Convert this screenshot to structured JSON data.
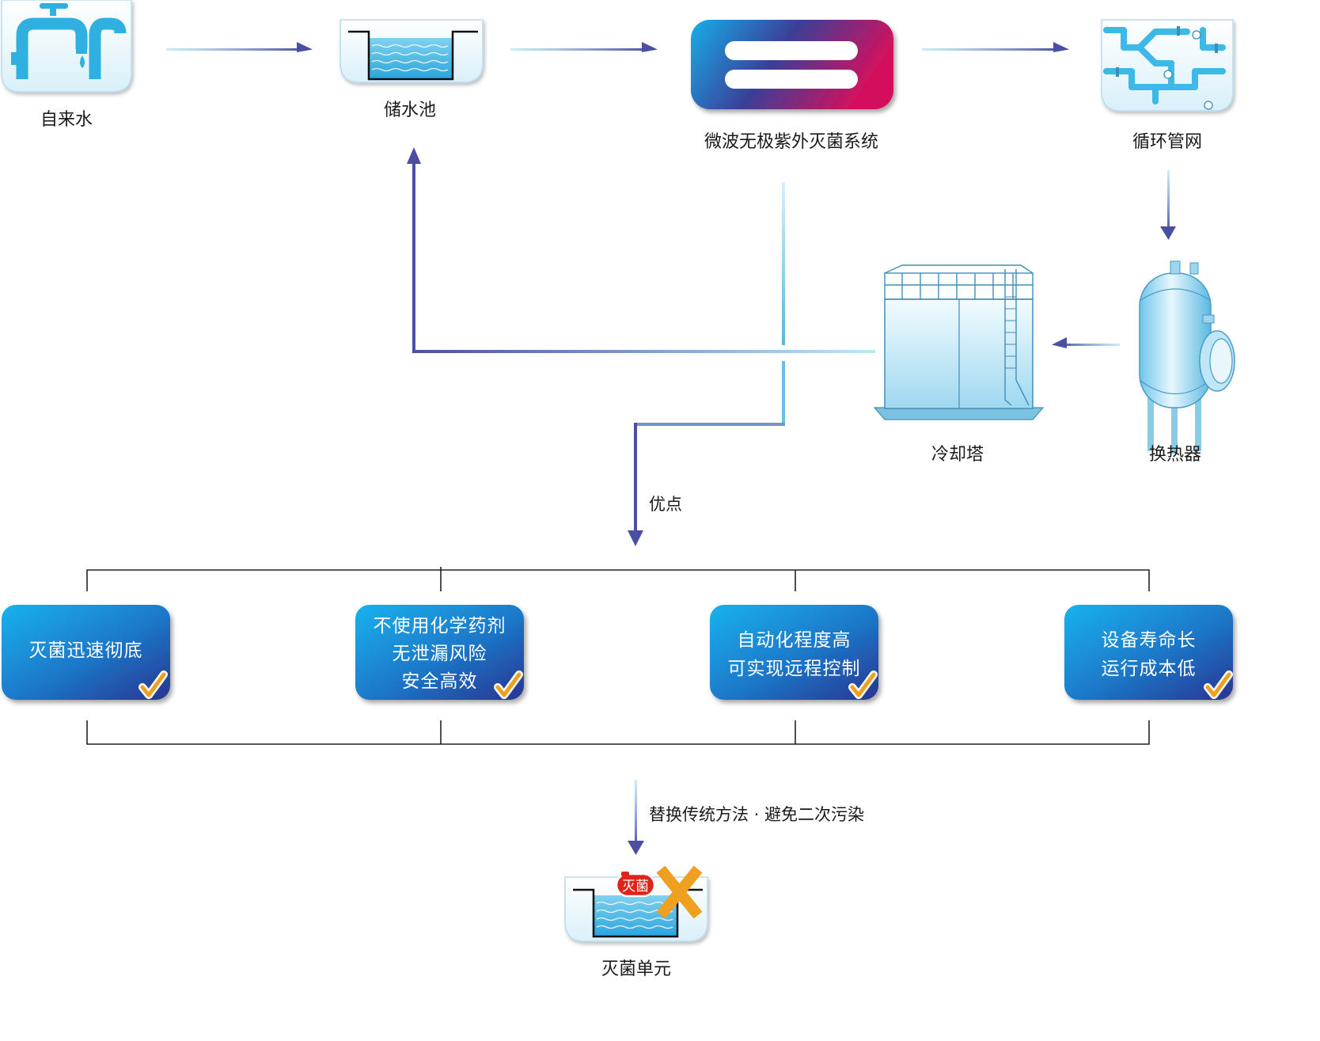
{
  "nodes": {
    "tap": "自来水",
    "reservoir": "储水池",
    "uv_system": "微波无极紫外灭菌系统",
    "pipe_network": "循环管网",
    "heat_exchanger": "换热器",
    "cooling_tower": "冷却塔",
    "sterilization_unit": "灭菌单元",
    "sterilization_badge": "灭菌"
  },
  "advantages_label": "优点",
  "advantages": [
    {
      "lines": [
        "灭菌迅速彻底"
      ]
    },
    {
      "lines": [
        "不使用化学药剂",
        "无泄漏风险",
        "安全高效"
      ]
    },
    {
      "lines": [
        "自动化程度高",
        "可实现远程控制"
      ]
    },
    {
      "lines": [
        "设备寿命长",
        "运行成本低"
      ]
    }
  ],
  "replace_note": "替换传统方法 · 避免二次污染",
  "colors": {
    "arrow_dark": "#4b4fa3",
    "arrow_light": "#8fd3ec",
    "card_top": "#18a8e6",
    "card_bottom": "#2b3a9c",
    "uv_left": "#19a8e8",
    "uv_mid": "#34489c",
    "uv_right": "#d11a62",
    "check": "#f0a020",
    "water": "#32b3e2",
    "pipe": "#2fb0e0"
  }
}
